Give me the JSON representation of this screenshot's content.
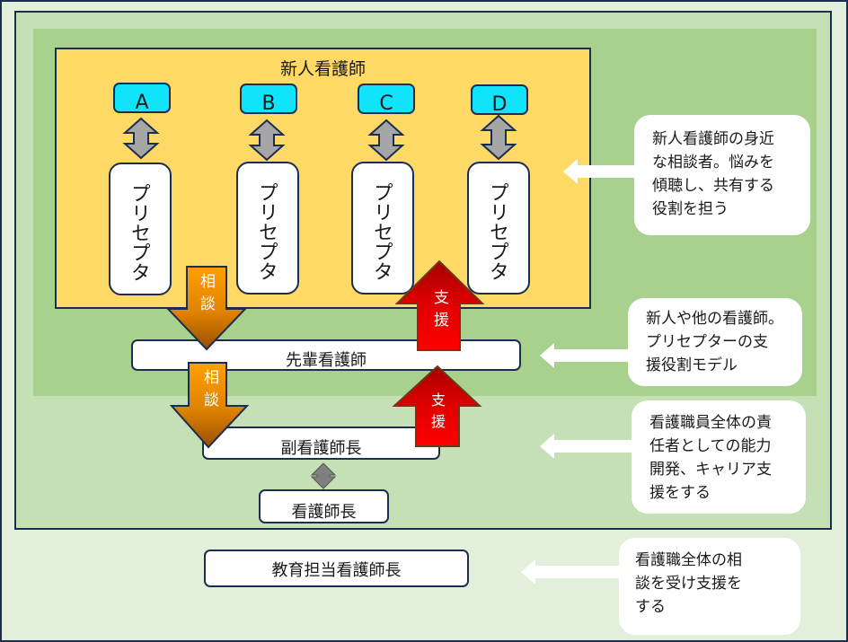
{
  "diagram": {
    "title": "新人看護師",
    "newcomers": [
      {
        "label": "A"
      },
      {
        "label": "B"
      },
      {
        "label": "C"
      },
      {
        "label": "D"
      }
    ],
    "preceptors": [
      {
        "label": "プリセプタ"
      },
      {
        "label": "プリセプタ"
      },
      {
        "label": "プリセプタ"
      },
      {
        "label": "プリセプタ"
      }
    ],
    "roles": {
      "senior_nurse": "先輩看護師",
      "deputy_head_nurse": "副看護師長",
      "head_nurse": "看護師長",
      "education_head_nurse": "教育担当看護師長"
    },
    "flow_arrows": {
      "consult_1": "相談",
      "consult_2": "相談",
      "support_1": "支援",
      "support_2": "支援"
    },
    "notes": [
      {
        "text": "新人看護師の身近な相談者。悩みを傾聴し、共有する役割を担う",
        "lines": [
          "新人看護師の身近",
          "な相談者。悩みを",
          "傾聴し、共有する",
          "役割を担う"
        ]
      },
      {
        "text": "新人や他の看護師。プリセプターの支援役割モデル",
        "lines": [
          "新人や他の看護師。",
          "プリセプターの支",
          "援役割モデル"
        ]
      },
      {
        "text": "看護職員全体の責任者としての能力開発、キャリア支援をする",
        "lines": [
          "看護職員全体の責",
          "任者としての能力",
          "開発、キャリア支",
          "援をする"
        ]
      },
      {
        "text": "看護職全体の相談を受け支援をする",
        "lines": [
          "看護職全体の相",
          "談を受け支援を",
          "する"
        ]
      }
    ],
    "colors": {
      "outer_bg": "#e2efda",
      "middle_bg": "#c5e0b4",
      "inner_bg": "#a9d18e",
      "newbie_bg": "#ffd966",
      "newcomer_box": "#10e4fb",
      "consult_arrow": "#f39a00",
      "support_arrow": "#e00000",
      "border": "#1b2e4f"
    }
  }
}
